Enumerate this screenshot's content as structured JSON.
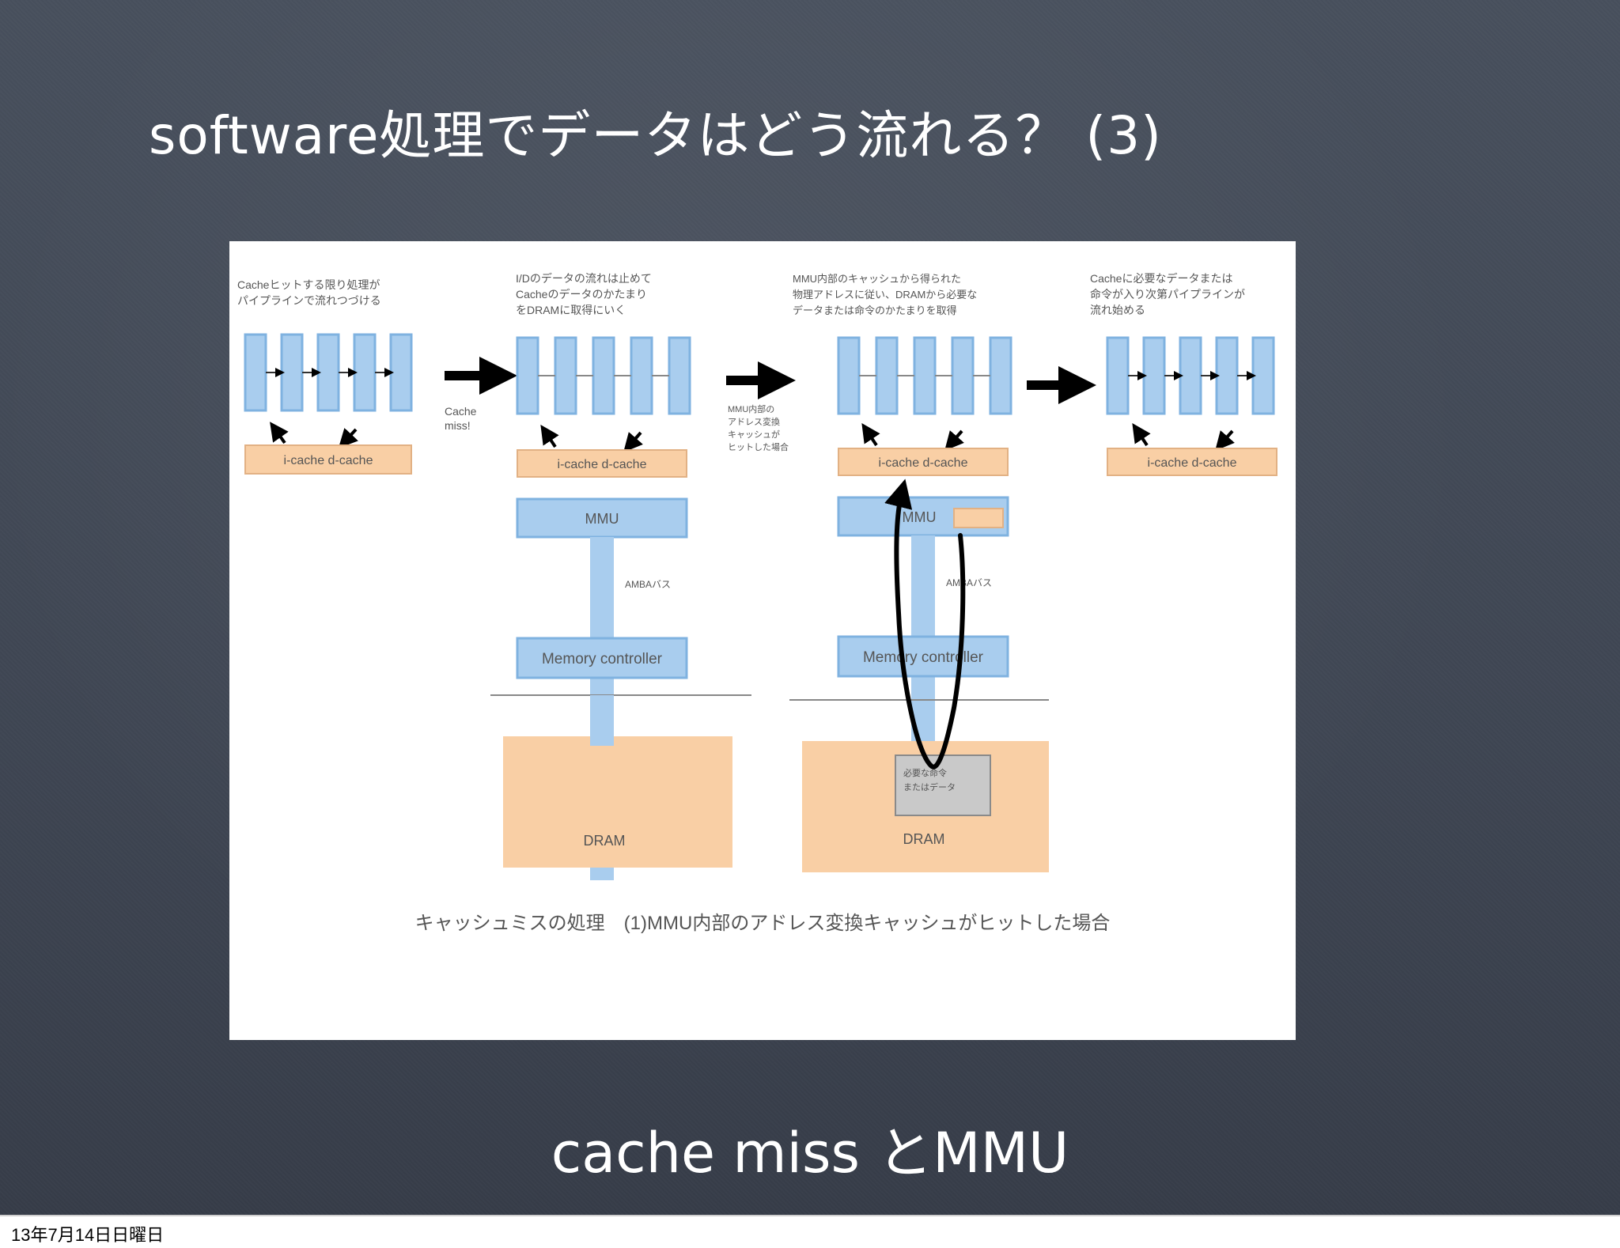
{
  "slide": {
    "title": "software処理でデータはどう流れる？ (3)",
    "subtitle": "cache miss とMMU"
  },
  "footer": {
    "datestamp": "13年7月14日日曜日"
  },
  "diagram": {
    "stages": [
      {
        "caption_line1": "Cacheヒットする限り処理が",
        "caption_line2": "パイプラインで流れつづける"
      },
      {
        "caption_line1": "I/Dのデータの流れは止めて",
        "caption_line2": "Cacheのデータのかたまり",
        "caption_line3": "をDRAMに取得にいく"
      },
      {
        "caption_line1": "MMU内部のキャッシュから得られた",
        "caption_line2": "物理アドレスに従い、DRAMから必要な",
        "caption_line3": "データまたは命令のかたまりを取得"
      },
      {
        "caption_line1": "Cacheに必要なデータまたは",
        "caption_line2": "命令が入り次第パイプラインが",
        "caption_line3": "流れ始める"
      }
    ],
    "arrow1_label_line1": "Cache",
    "arrow1_label_line2": "miss!",
    "arrow2_label_line1": "MMU内部の",
    "arrow2_label_line2": "アドレス変換",
    "arrow2_label_line3": "キャッシュが",
    "arrow2_label_line4": "ヒットした場合",
    "cache_label": "i-cache  d-cache",
    "mmu_label": "MMU",
    "bus_label": "AMBAバス",
    "memctrl_label": "Memory controller",
    "dram_label": "DRAM",
    "dram_block_line1": "必要な命令",
    "dram_block_line2": "またはデータ",
    "caption": "キャッシュミスの処理　(1)MMU内部のアドレス変換キャッシュがヒットした場合",
    "colors": {
      "pipeline": "#a9cdee",
      "pipeline_border": "#7fb2e0",
      "cache": "#f9cfa5",
      "dram": "#f9cfa5",
      "dram_block": "#c9c9c9",
      "arrow": "#000000"
    }
  }
}
